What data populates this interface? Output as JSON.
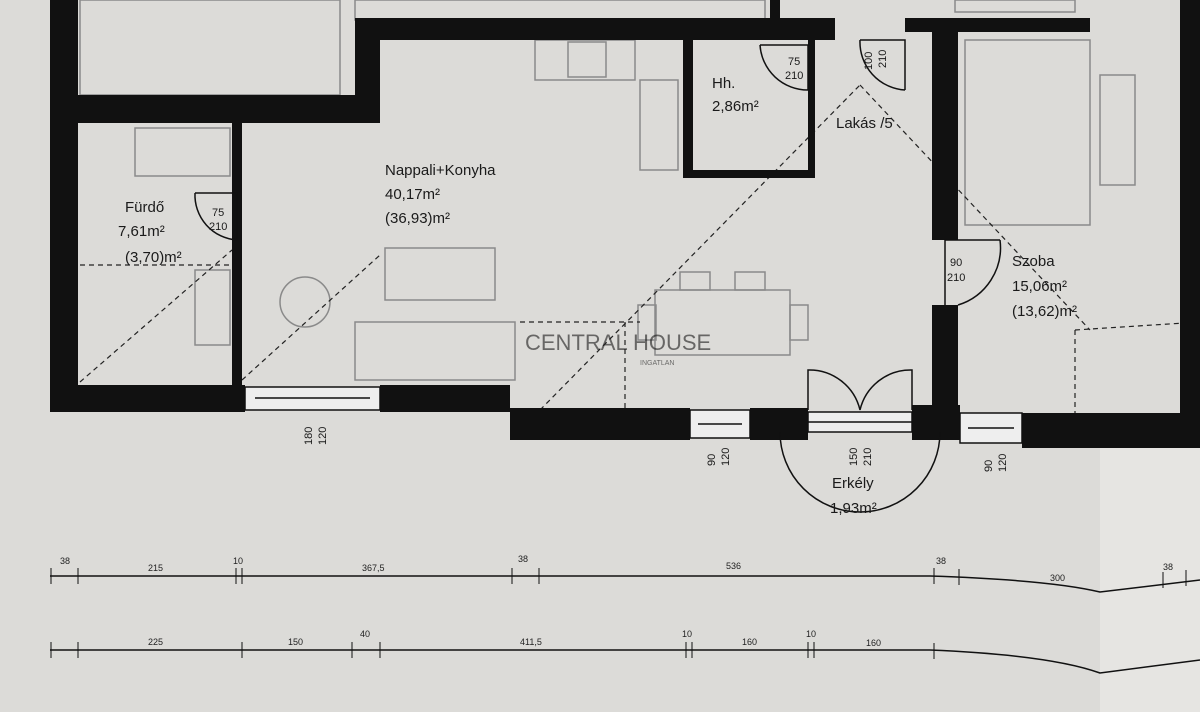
{
  "rooms": [
    {
      "name": "Fürdő",
      "area": "7,61m²",
      "net_area": "(3,70)m²"
    },
    {
      "name": "Nappali+Konyha",
      "area": "40,17m²",
      "net_area": "(36,93)m²"
    },
    {
      "name": "Hh.",
      "area": "2,86m²"
    },
    {
      "name": "Szoba",
      "area": "15,06m²",
      "net_area": "(13,62)m²"
    },
    {
      "name": "Erkély",
      "area": "1,93m²"
    }
  ],
  "apartment_label": "Lakás /5",
  "openings": [
    {
      "w": "75",
      "h": "210"
    },
    {
      "w": "75",
      "h": "210"
    },
    {
      "w": "100",
      "h": "210"
    },
    {
      "w": "90",
      "h": "210"
    },
    {
      "w": "180",
      "h": "120"
    },
    {
      "w": "90",
      "h": "120"
    },
    {
      "w": "150",
      "h": "210"
    },
    {
      "w": "90",
      "h": "120"
    }
  ],
  "dimension_row_1": [
    "38",
    "215",
    "10",
    "367,5",
    "38",
    "536",
    "38",
    "300",
    "38"
  ],
  "dimension_row_2": [
    "225",
    "150",
    "40",
    "411,5",
    "10",
    "160",
    "10",
    "160"
  ],
  "watermark": {
    "brand": "CENTRAL HOUSE",
    "sub": "INGATLAN"
  },
  "colors": {
    "paper": "#dcdbd8",
    "wall": "#111111",
    "watermark": "#c9a9a4"
  }
}
